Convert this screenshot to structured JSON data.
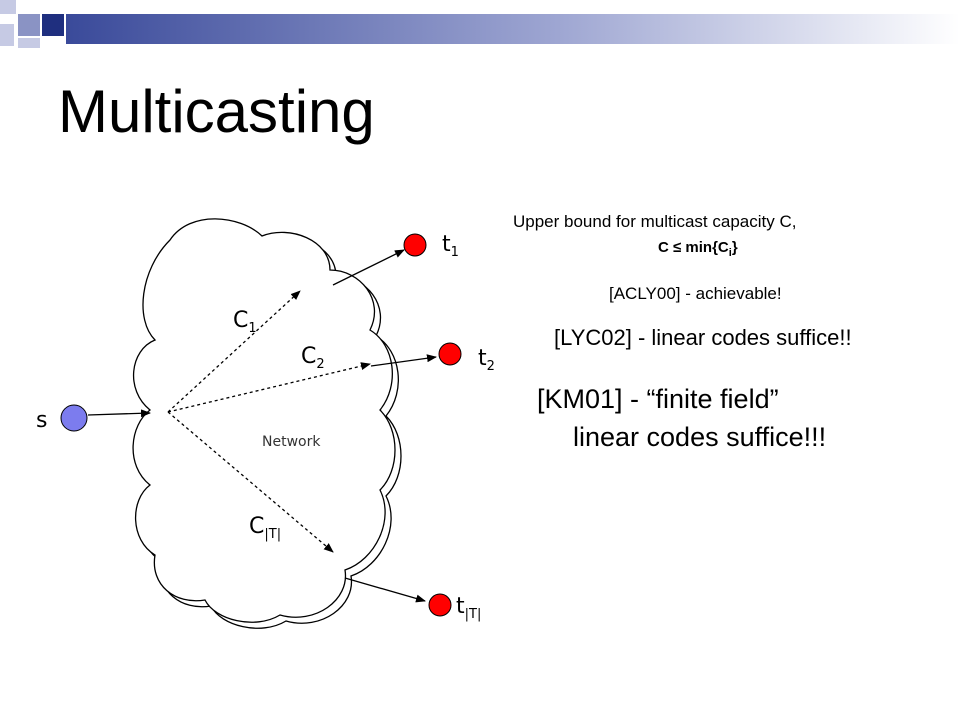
{
  "slide": {
    "title": "Multicasting",
    "colors": {
      "header_squares": [
        "#1f2f7f",
        "#8a93c4",
        "#c6cae4"
      ],
      "source_node": "#7c7cee",
      "sink_nodes": "#ff0000"
    }
  },
  "diagram": {
    "source": "s",
    "sinks": [
      {
        "name": "t",
        "sub": "1"
      },
      {
        "name": "t",
        "sub": "2"
      },
      {
        "name": "t",
        "sub": "|T|"
      }
    ],
    "capacities": [
      {
        "name": "C",
        "sub": "1"
      },
      {
        "name": "C",
        "sub": "2"
      },
      {
        "name": "C",
        "sub": "|T|"
      }
    ],
    "network_label": "Network"
  },
  "notes": {
    "upper_bound": "Upper bound for multicast capacity C,",
    "formula_main": "C ≤ min{C",
    "formula_sub": "i",
    "formula_end": "}",
    "acly": "[ACLY00] - achievable!",
    "lyc": "[LYC02] - linear codes suffice!!",
    "km_line1": "[KM01] - “finite field”",
    "km_line2": "linear codes suffice!!!"
  }
}
